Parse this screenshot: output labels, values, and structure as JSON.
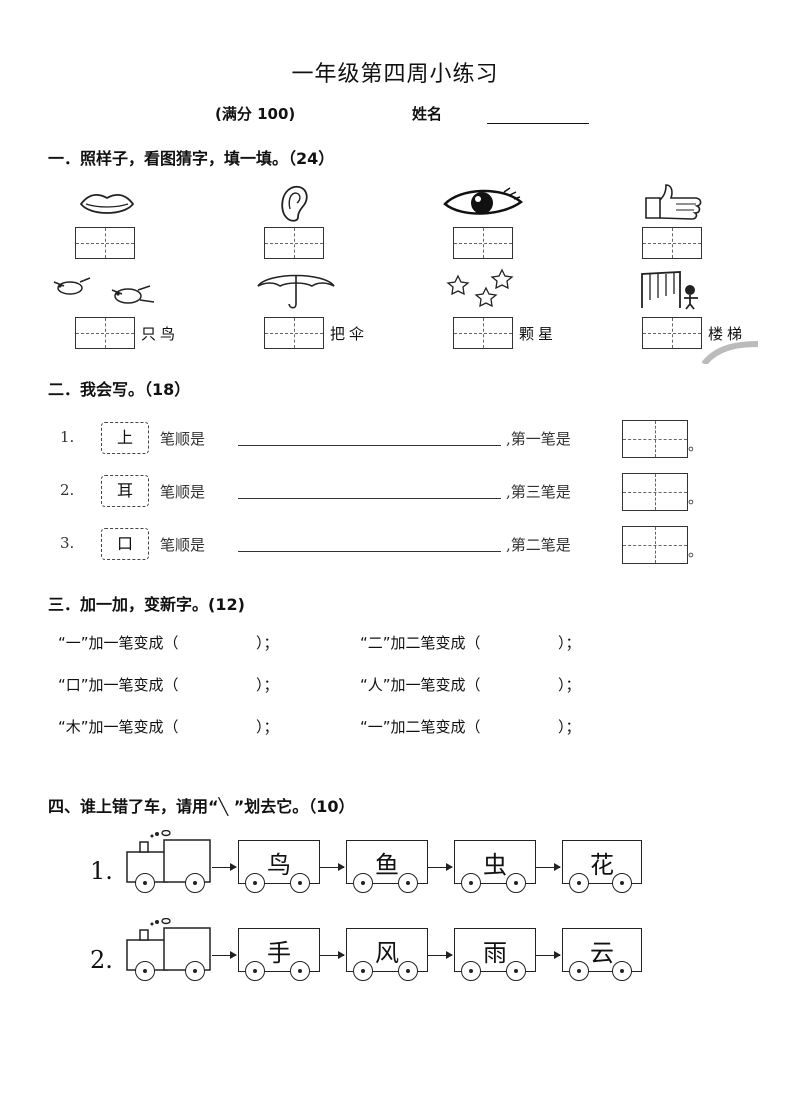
{
  "title": "一年级第四周小练习",
  "score_label": "(满分 100)",
  "name_label": "姓名",
  "sec1": {
    "heading": "一．照样子，看图猜字，填一填。（24）",
    "row1_icons": [
      "mouth-icon",
      "ear-icon",
      "eye-icon",
      "thumb-icon"
    ],
    "row2": [
      {
        "icon": "birds-icon",
        "after": "只鸟"
      },
      {
        "icon": "umbrella-icon",
        "after": "把伞"
      },
      {
        "icon": "stars-icon",
        "after": "颗星"
      },
      {
        "icon": "stairs-icon",
        "after": "楼梯"
      }
    ]
  },
  "sec2": {
    "heading": "二．我会写。（18）",
    "items": [
      {
        "num": "1.",
        "char": "上",
        "label": "笔顺是",
        "tail": ",第一笔是"
      },
      {
        "num": "2.",
        "char": "耳",
        "label": "笔顺是",
        "tail": ",第三笔是"
      },
      {
        "num": "3.",
        "char": "口",
        "label": "笔顺是",
        "tail": ",第二笔是"
      }
    ],
    "end_mark": "。"
  },
  "sec3": {
    "heading": "三．加一加，变新字。(12)",
    "items": [
      [
        "“一”加一笔变成（",
        "）；"
      ],
      [
        "“二”加二笔变成（",
        "）；"
      ],
      [
        "“口”加一笔变成（",
        "）；"
      ],
      [
        "“人”加一笔变成（",
        "）；"
      ],
      [
        "“木”加一笔变成（",
        "）；"
      ],
      [
        "“一”加二笔变成（",
        "）；"
      ]
    ]
  },
  "sec4": {
    "heading_pre": "四、谁上错了车，请用“",
    "heading_mark": "╲",
    "heading_post": " ”划去它。（10）",
    "trains": [
      {
        "num": "1.",
        "chars": [
          "鸟",
          "鱼",
          "虫",
          "花"
        ]
      },
      {
        "num": "2.",
        "chars": [
          "手",
          "风",
          "雨",
          "云"
        ]
      }
    ]
  }
}
